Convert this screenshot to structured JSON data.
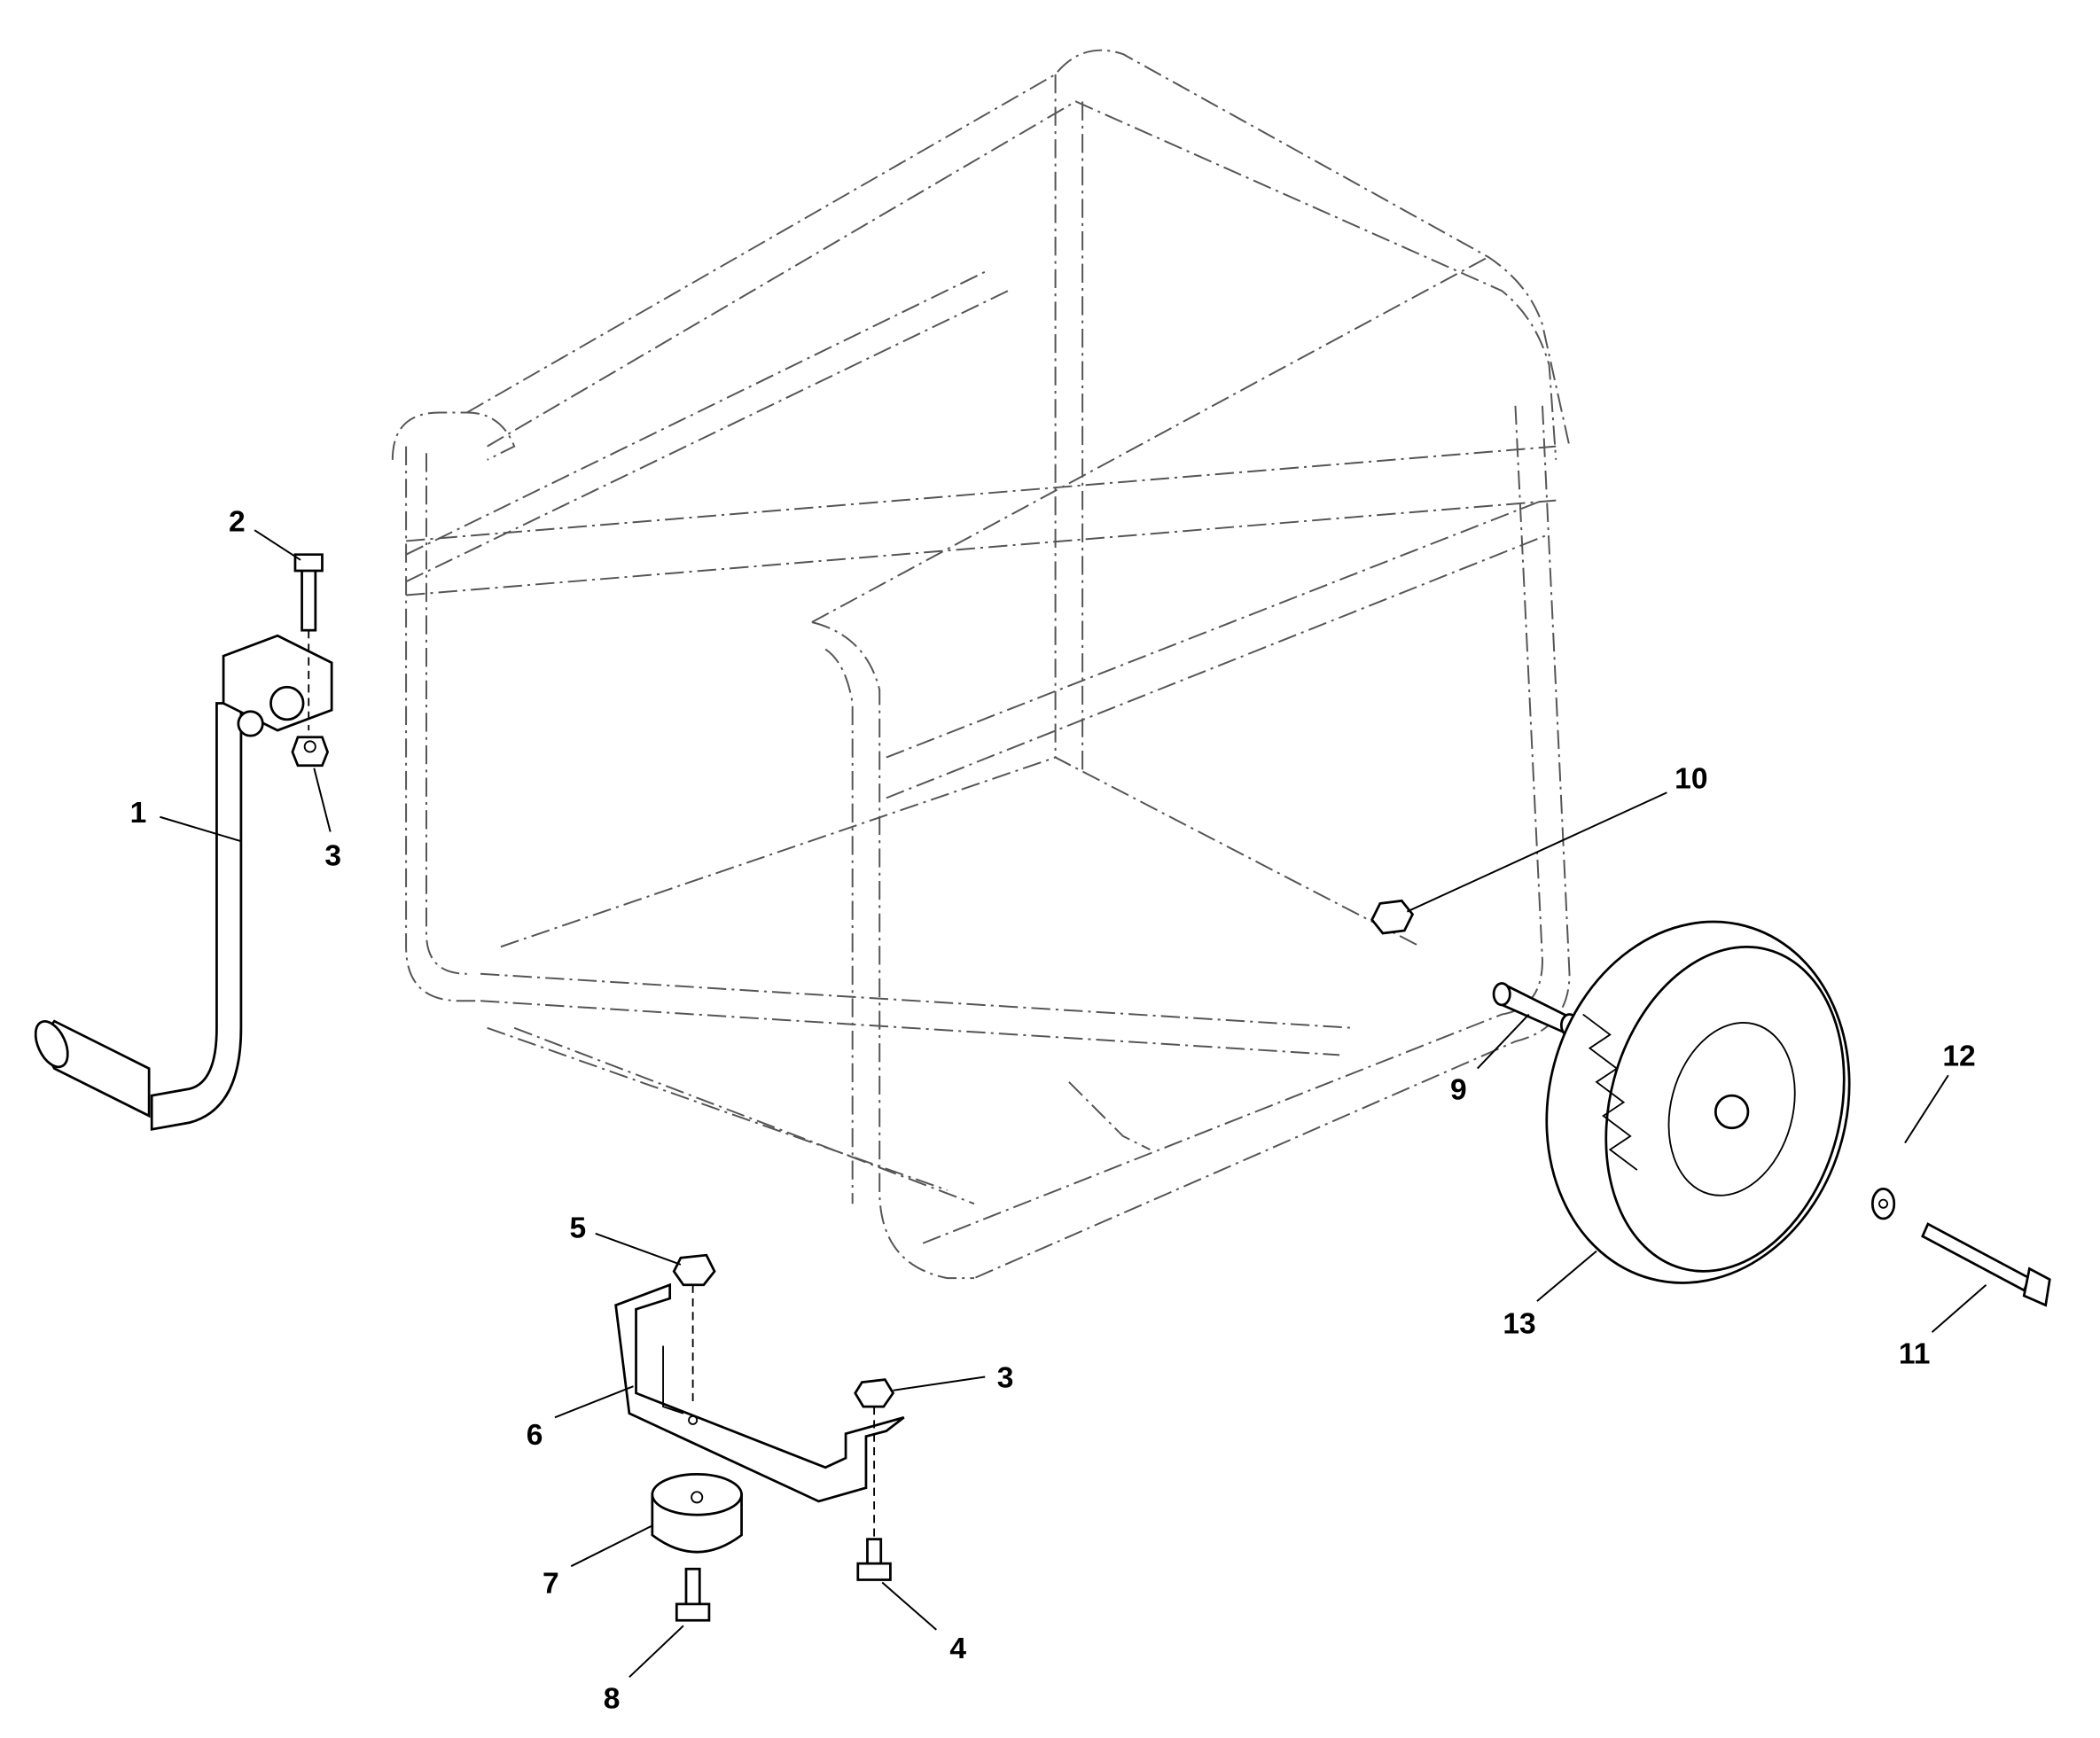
{
  "diagram": {
    "title": "Generator frame, handle, wheel and mounting parts exploded view",
    "callouts": [
      {
        "id": "1",
        "part": "handle"
      },
      {
        "id": "2",
        "part": "handle-bolt"
      },
      {
        "id": "3",
        "part": "nut"
      },
      {
        "id": "10",
        "part": "axle-nut"
      },
      {
        "id": "9",
        "part": "axle-spacer"
      },
      {
        "id": "12",
        "part": "washer"
      },
      {
        "id": "13",
        "part": "wheel"
      },
      {
        "id": "11",
        "part": "axle-bolt"
      },
      {
        "id": "5",
        "part": "bracket-nut"
      },
      {
        "id": "3",
        "part": "bracket-nut-2"
      },
      {
        "id": "6",
        "part": "foot-bracket"
      },
      {
        "id": "7",
        "part": "rubber-foot"
      },
      {
        "id": "4",
        "part": "bracket-bolt"
      },
      {
        "id": "8",
        "part": "foot-bolt"
      }
    ]
  }
}
